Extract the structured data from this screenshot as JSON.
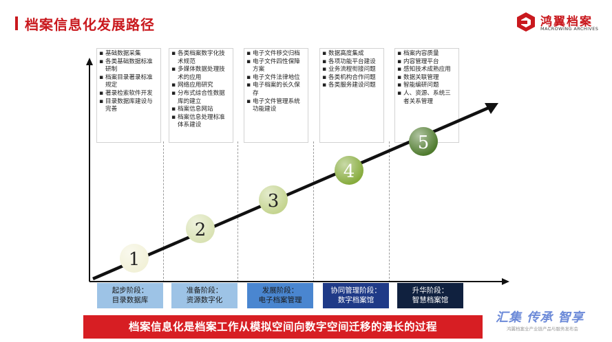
{
  "title": "档案信息化发展路径",
  "brand": {
    "name_cn": "鸿翼档案",
    "name_en": "MACROWING ARCHIVES",
    "brand_color": "#c9191e"
  },
  "stages": [
    {
      "number": "1",
      "notes": [
        "基础数据采集",
        "各类基础数据标准研制",
        "档案目录著录标准规定",
        "著录检索软件开发",
        "目录数据库建设与完善"
      ],
      "phase": "起步阶段：",
      "phase_name": "目录数据库",
      "box_color": "#9dc3e6",
      "text_color": "#1a1a1a"
    },
    {
      "number": "2",
      "notes": [
        "各类档案数字化技术规范",
        "多媒体数据处理技术的应用",
        "网络应用研究",
        "分布式综合性数据库的建立",
        "档案信息网站",
        "档案信息处理标准体系建设"
      ],
      "phase": "准备阶段：",
      "phase_name": "资源数字化",
      "box_color": "#9dc3e6",
      "text_color": "#1a1a1a"
    },
    {
      "number": "3",
      "notes": [
        "电子文件移交归档",
        "电子文件四性保障方案",
        "电子文件法律地位",
        "电子档案的长久保存",
        "电子文件管理系统功能建设"
      ],
      "phase": "发展阶段：",
      "phase_name": "电子档案管理",
      "box_color": "#4a86d0",
      "text_color": "#1a1a1a"
    },
    {
      "number": "4",
      "notes": [
        "数据高度集成",
        "各项功能平台建设",
        "业务流程衔接问题",
        "各类机构合作问题",
        "各类服务建设问题"
      ],
      "phase": "协同管理阶段：",
      "phase_name": "数字档案馆",
      "box_color": "#1f3a87",
      "text_color": "#ffffff"
    },
    {
      "number": "5",
      "notes": [
        "档案内容质量",
        "内容管理平台",
        "感知技术成熟应用",
        "数据关联管理",
        "智能编研问题",
        "人、资源、系统三者关系管理"
      ],
      "phase": "升华阶段：",
      "phase_name": "智慧档案馆",
      "box_color": "#10213f",
      "text_color": "#ffffff"
    }
  ],
  "ball_colors": [
    "#f2f1d8",
    "#d9e2b3",
    "#c4d48f",
    "#86ab3c",
    "#4e7a2d"
  ],
  "ball_text_colors": [
    "#222222",
    "#222222",
    "#222222",
    "#ffffff",
    "#ffffff"
  ],
  "banner": "档案信息化是档案工作从模拟空间向数字空间迁移的漫长的过程",
  "slogan": "汇集 传承 智享",
  "footer_note": "鸿翼档案全产业链产品与服务发布会"
}
